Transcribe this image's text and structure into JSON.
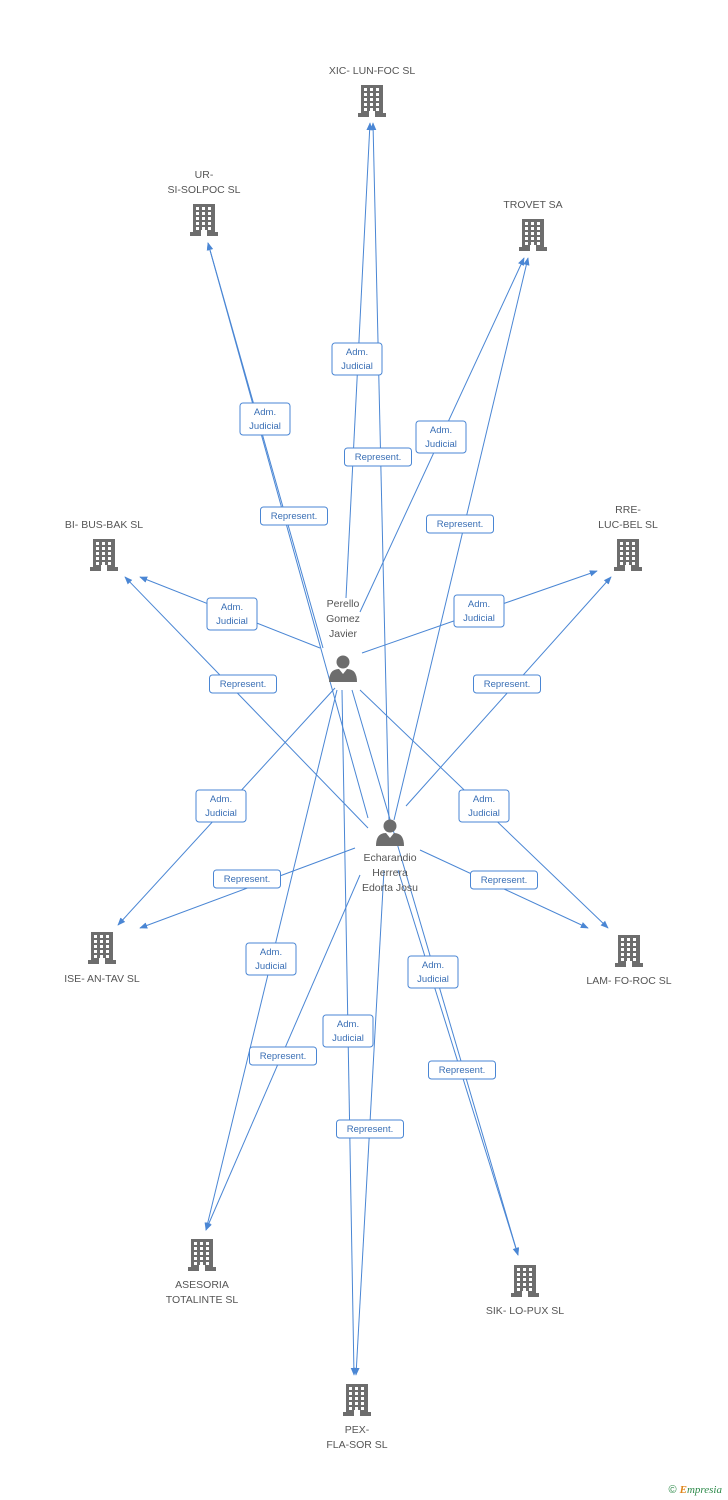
{
  "persons": [
    {
      "id": "p1",
      "label_lines": [
        "Perello",
        "Gomez",
        "Javier"
      ]
    },
    {
      "id": "p2",
      "label_lines": [
        "Echarandio",
        "Herrera",
        "Edorta Josu"
      ]
    }
  ],
  "companies": [
    {
      "id": "xic",
      "label_lines": [
        "XIC- LUN-FOC SL"
      ]
    },
    {
      "id": "ur",
      "label_lines": [
        "UR-",
        "SI-SOLPOC SL"
      ]
    },
    {
      "id": "trovet",
      "label_lines": [
        "TROVET SA"
      ]
    },
    {
      "id": "bibus",
      "label_lines": [
        "BI- BUS-BAK SL"
      ]
    },
    {
      "id": "rre",
      "label_lines": [
        "RRE-",
        "LUC-BEL SL"
      ]
    },
    {
      "id": "ise",
      "label_lines": [
        "ISE- AN-TAV SL"
      ]
    },
    {
      "id": "lam",
      "label_lines": [
        "LAM- FO-ROC SL"
      ]
    },
    {
      "id": "asesoria",
      "label_lines": [
        "ASESORIA",
        "TOTALINTE SL"
      ]
    },
    {
      "id": "sik",
      "label_lines": [
        "SIK- LO-PUX SL"
      ]
    },
    {
      "id": "pex",
      "label_lines": [
        "PEX-",
        "FLA-SOR SL"
      ]
    }
  ],
  "edge_labels": {
    "adm": [
      "Adm.",
      "Judicial"
    ],
    "rep": [
      "Represent."
    ]
  },
  "edges": [
    {
      "from": "p1",
      "to": "xic",
      "type": "adm"
    },
    {
      "from": "p2",
      "to": "xic",
      "type": "rep"
    },
    {
      "from": "p1",
      "to": "ur",
      "type": "adm"
    },
    {
      "from": "p2",
      "to": "ur",
      "type": "rep"
    },
    {
      "from": "p1",
      "to": "trovet",
      "type": "adm"
    },
    {
      "from": "p2",
      "to": "trovet",
      "type": "rep"
    },
    {
      "from": "p1",
      "to": "bibus",
      "type": "adm"
    },
    {
      "from": "p2",
      "to": "bibus",
      "type": "rep"
    },
    {
      "from": "p1",
      "to": "rre",
      "type": "adm"
    },
    {
      "from": "p2",
      "to": "rre",
      "type": "rep"
    },
    {
      "from": "p1",
      "to": "ise",
      "type": "adm"
    },
    {
      "from": "p2",
      "to": "ise",
      "type": "rep"
    },
    {
      "from": "p1",
      "to": "lam",
      "type": "adm"
    },
    {
      "from": "p2",
      "to": "lam",
      "type": "rep"
    },
    {
      "from": "p1",
      "to": "asesoria",
      "type": "adm"
    },
    {
      "from": "p2",
      "to": "asesoria",
      "type": "rep"
    },
    {
      "from": "p1",
      "to": "sik",
      "type": "adm"
    },
    {
      "from": "p2",
      "to": "sik",
      "type": "rep"
    },
    {
      "from": "p1",
      "to": "pex",
      "type": "adm"
    },
    {
      "from": "p2",
      "to": "pex",
      "type": "rep"
    }
  ],
  "colors": {
    "edge": "#4a86d4",
    "icon": "#6d6d6d",
    "brand_green": "#2d8a4a",
    "brand_orange": "#e0851a"
  },
  "watermark": {
    "symbol": "©",
    "brand_initial": "E",
    "brand_rest": "mpresia"
  }
}
